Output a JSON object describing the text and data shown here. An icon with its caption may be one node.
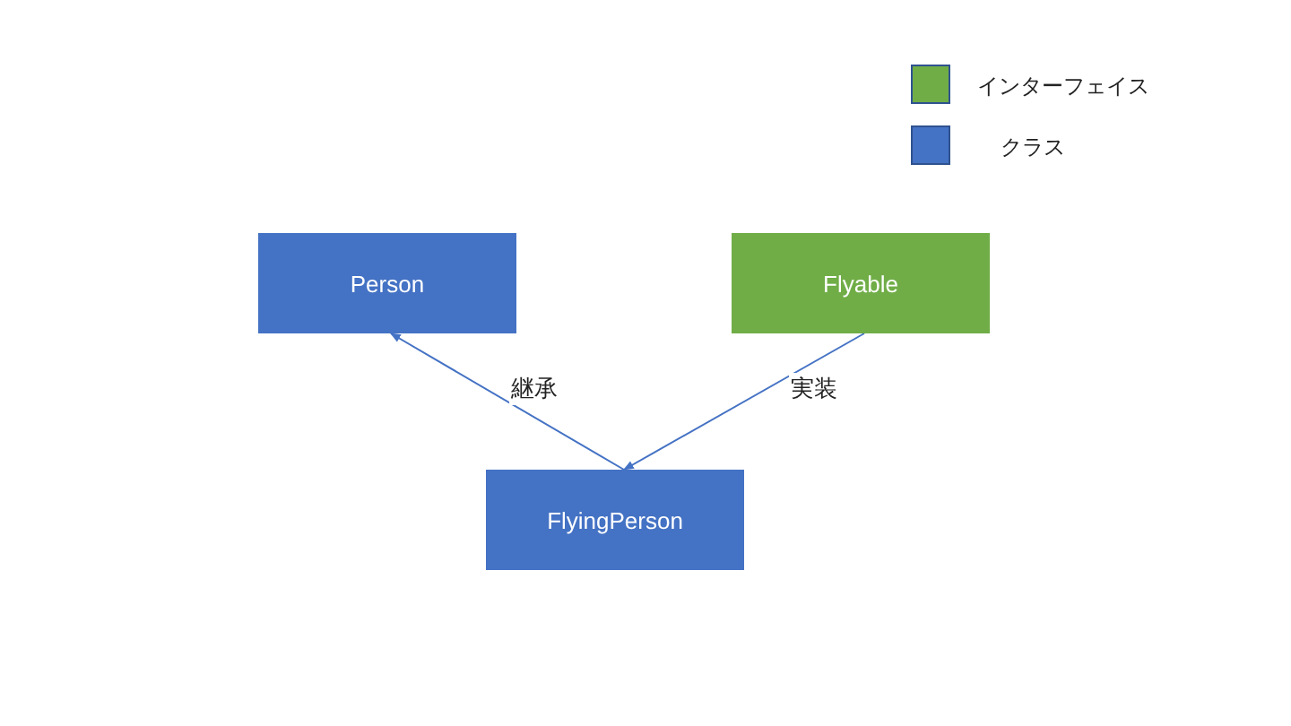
{
  "diagram": {
    "nodes": [
      {
        "text": [
          "Person"
        ]
      },
      {
        "text": [
          "Flyable"
        ]
      },
      {
        "text": [
          "FlyingPerson"
        ]
      }
    ],
    "edges": [
      {
        "from": 2,
        "to": 0,
        "arrow": "to",
        "label": "継承"
      },
      {
        "from": 1,
        "to": 2,
        "arrow": "to",
        "label": "実装"
      }
    ],
    "legend": [
      {
        "text": "インターフェイス",
        "color": "#70ad47"
      },
      {
        "text": "クラス",
        "color": "#4472c4"
      }
    ]
  }
}
